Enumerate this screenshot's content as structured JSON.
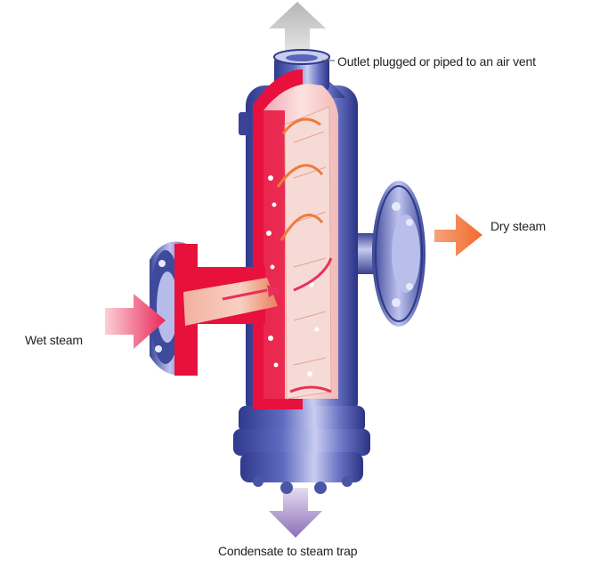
{
  "labels": {
    "outlet_top": "Outlet plugged or piped to an air vent",
    "dry_steam": "Dry steam",
    "wet_steam": "Wet steam",
    "condensate": "Condensate to steam trap"
  },
  "colors": {
    "body_blue": "#4b55a8",
    "body_light": "#c9cdf0",
    "cutaway_red": "#e8103c",
    "baffle_pink": "#f4c9c4",
    "arrow_grey": "#c8c8c8",
    "arrow_orange": "#f07a3a",
    "arrow_red": "#e8305a",
    "arrow_purple": "#9b7fbf"
  }
}
